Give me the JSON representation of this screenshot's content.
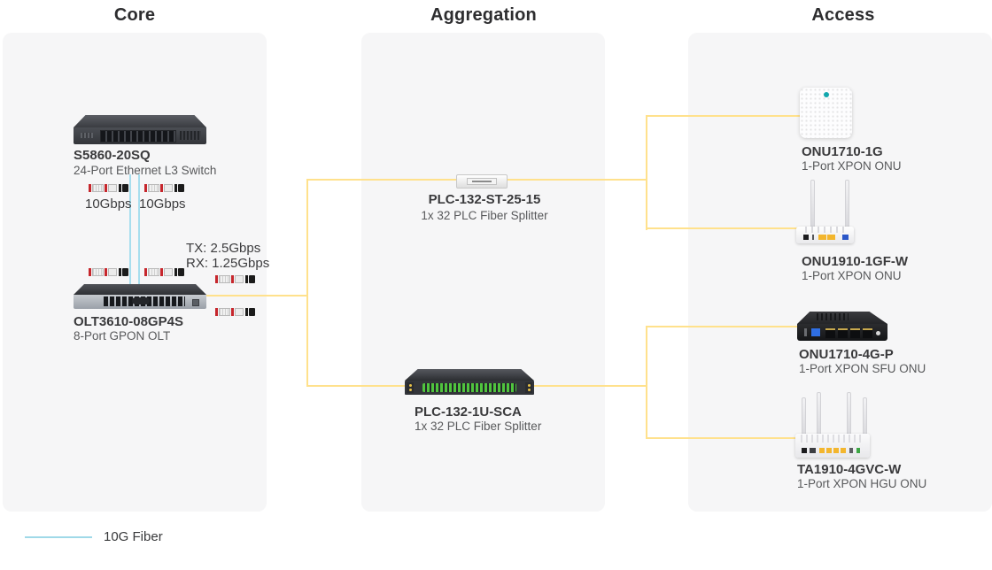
{
  "columns": [
    {
      "title": "Core"
    },
    {
      "title": "Aggregation"
    },
    {
      "title": "Access"
    }
  ],
  "core": {
    "switch": {
      "name": "S5860-20SQ",
      "desc": "24-Port Ethernet L3 Switch"
    },
    "olt": {
      "name": "OLT3610-08GP4S",
      "desc": "8-Port GPON OLT"
    },
    "uplink_left_rate": "10Gbps",
    "uplink_right_rate": "10Gbps",
    "tx_rate": "TX: 2.5Gbps",
    "rx_rate": "RX: 1.25Gbps"
  },
  "aggregation": {
    "splitter_top": {
      "name": "PLC-132-ST-25-15",
      "desc": "1x 32 PLC Fiber Splitter"
    },
    "splitter_bottom": {
      "name": "PLC-132-1U-SCA",
      "desc": "1x 32 PLC Fiber Splitter"
    }
  },
  "access": {
    "devices": [
      {
        "name": "ONU1710-1G",
        "desc": "1-Port XPON ONU"
      },
      {
        "name": "ONU1910-1GF-W",
        "desc": "1-Port XPON ONU"
      },
      {
        "name": "ONU1710-4G-P",
        "desc": "1-Port XPON SFU ONU"
      },
      {
        "name": "TA1910-4GVC-W",
        "desc": "1-Port XPON HGU ONU"
      }
    ]
  },
  "legend": {
    "fiber_label": "10G Fiber"
  },
  "colors": {
    "fiber_10g_line": "#A7DEEE",
    "pon_link_line": "#FFE18C",
    "panel_bg": "#F6F6F7",
    "heading_text": "#2D2D2F",
    "splitter_port_green": "#50C43E",
    "transceiver_red": "#C6262C"
  }
}
